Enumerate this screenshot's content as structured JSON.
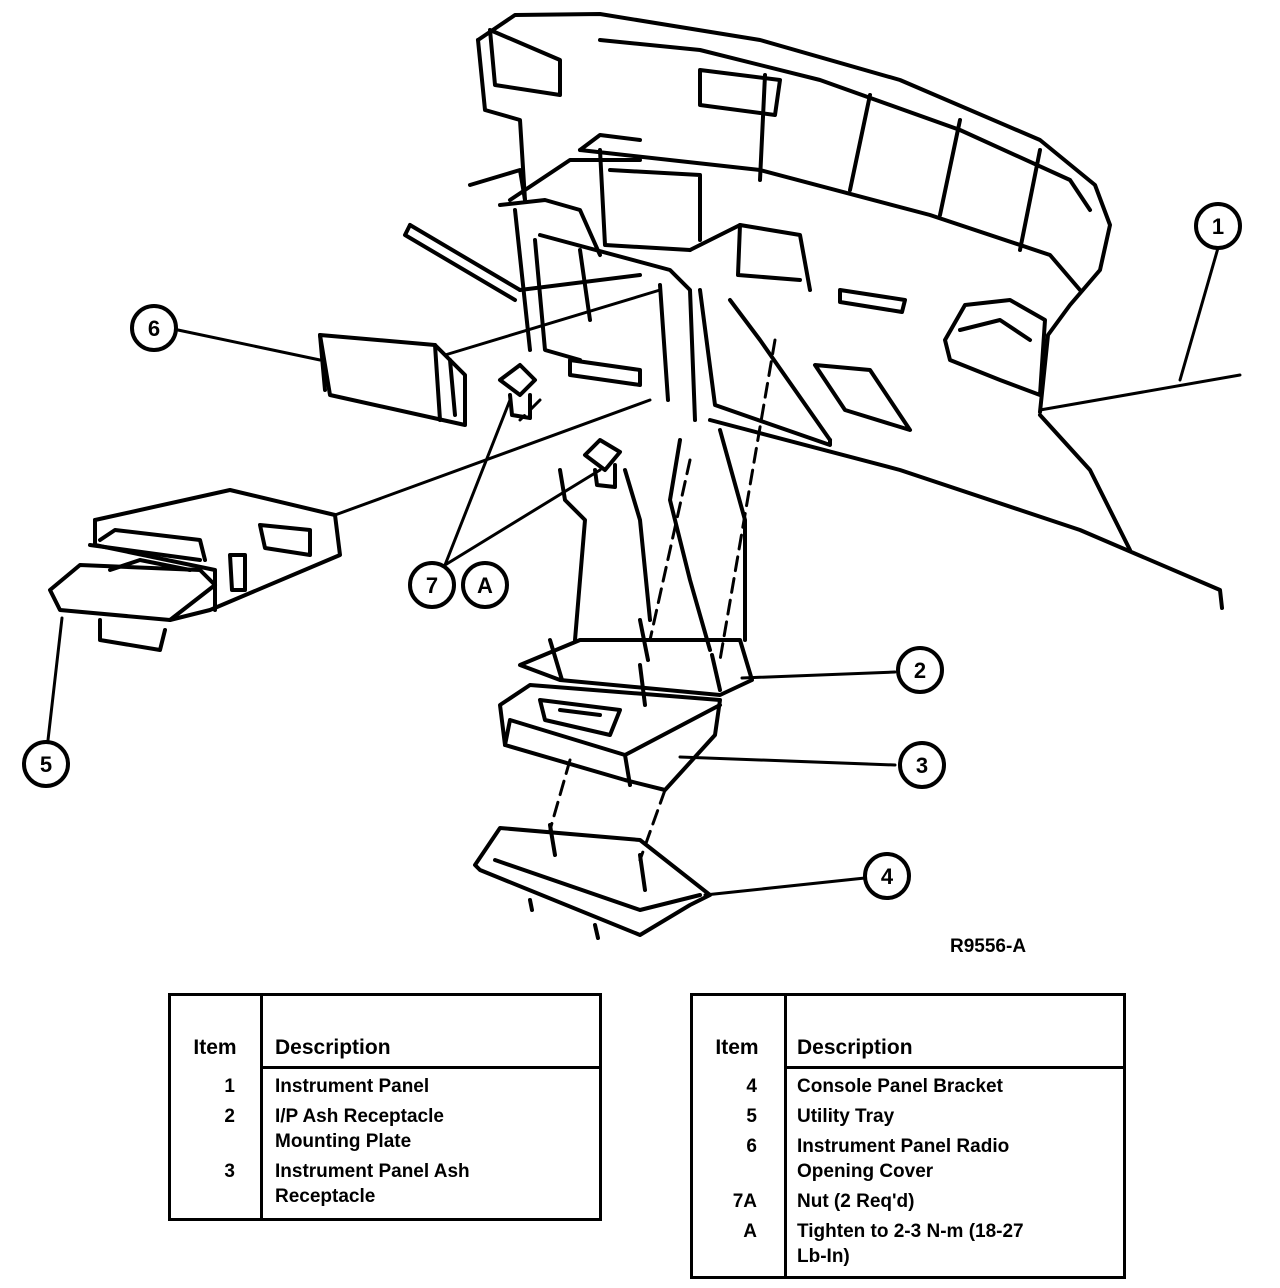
{
  "diagram": {
    "reference_code": "R9556-A",
    "callouts": [
      {
        "id": "1",
        "label": "1"
      },
      {
        "id": "2",
        "label": "2"
      },
      {
        "id": "3",
        "label": "3"
      },
      {
        "id": "4",
        "label": "4"
      },
      {
        "id": "5",
        "label": "5"
      },
      {
        "id": "6",
        "label": "6"
      },
      {
        "id": "7",
        "label": "7"
      },
      {
        "id": "A",
        "label": "A"
      }
    ]
  },
  "legend_left": {
    "header_item": "Item",
    "header_description": "Description",
    "rows": [
      {
        "item": "1",
        "description": "Instrument Panel"
      },
      {
        "item": "2",
        "description": "I/P Ash Receptacle\nMounting Plate"
      },
      {
        "item": "3",
        "description": "Instrument Panel Ash\nReceptacle"
      }
    ]
  },
  "legend_right": {
    "header_item": "Item",
    "header_description": "Description",
    "rows": [
      {
        "item": "4",
        "description": "Console Panel Bracket"
      },
      {
        "item": "5",
        "description": "Utility Tray"
      },
      {
        "item": "6",
        "description": "Instrument Panel Radio\nOpening Cover"
      },
      {
        "item": "7A",
        "description": "Nut (2 Req'd)"
      },
      {
        "item": "A",
        "description": "Tighten to 2-3 N-m (18-27\nLb-In)"
      }
    ]
  }
}
